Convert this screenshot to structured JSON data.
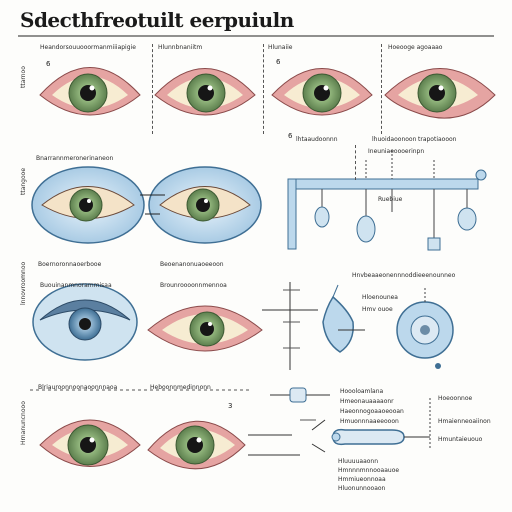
{
  "header": {
    "title": "Sdecthfreotuilt eerpuiuln"
  },
  "colors": {
    "skin": "#e39a9a",
    "iris_green": "#7fa36a",
    "pupil": "#1b1b1b",
    "lens_blue": "#bcd8ec",
    "line_blue": "#6f9ec4"
  },
  "row1": {
    "side_label": "ttarnoo",
    "labels": [
      "Heandorsouuooormanmiiiapigie",
      "Hlunnbnaniitm",
      "Hlunaiie",
      "Hoeooge agoaaao"
    ],
    "sub_labels": [
      "lhtaaudoonnn",
      "lhuoidaoonoon",
      "trapotiaooon"
    ],
    "numbers": [
      "6",
      "6",
      "6"
    ]
  },
  "row2": {
    "side_label": "ttangooe",
    "label_left": "Bnarrannmeronerinaneon",
    "label_bottom_left": "Boernoronnaoerbooe",
    "label_bottom_mid": "Beoenanonuaoeeoon",
    "label_right": "Ineuniaeoooerinpn",
    "rail_label": "Ruebiue"
  },
  "row3": {
    "side_label": "lnnovroomnoo",
    "label_left": "Buouinanmnorammisaa",
    "label_mid": "Brounroooonnmennoa",
    "label_right_top": "Hnvbeaaeonennnoddieeenounneo",
    "label_right_a": "Hloenounea",
    "label_right_b": "Hmv ouoe"
  },
  "row4": {
    "side_label": "Hrnanuncnooo",
    "top_labels": [
      "Blriauroonnoonaoonnnaoa",
      "Heboonnmedinnonn"
    ],
    "number": "3",
    "right_labels": [
      "Hoooloamlana",
      "Hmeonauaaaaonr",
      "Haeonnogoaaoeooan",
      "Hmuonnnaaeeooon",
      "Hluuuuaaonn",
      "Hmnnnmnnooaauoe",
      "Hmmiueonnoaa",
      "Hluonunnooaon"
    ],
    "right_col_labels": [
      "Hoeoonnoe",
      "Hmaienneoaiinon",
      "Hmuntaieuouo"
    ]
  }
}
